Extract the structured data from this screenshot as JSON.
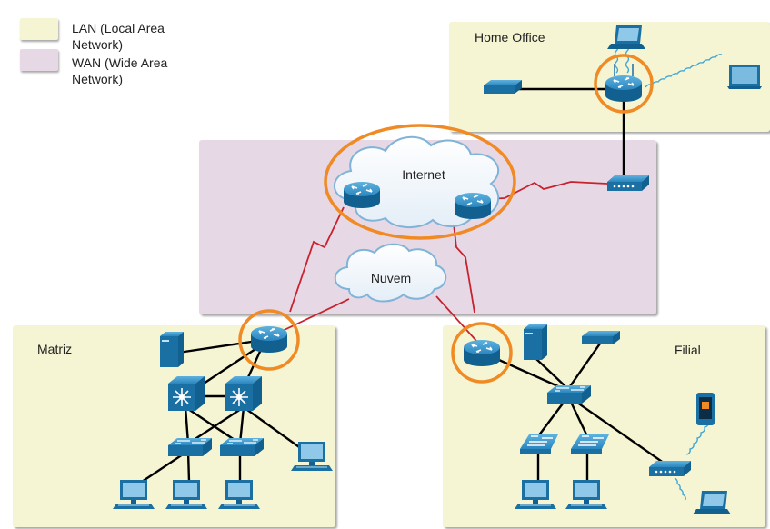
{
  "legend": {
    "lan_label": "LAN (Local Area\nNetwork)",
    "wan_label": "WAN (Wide Area\nNetwork)"
  },
  "zones": {
    "home_office": "Home Office",
    "matriz": "Matriz",
    "filial": "Filial"
  },
  "clouds": {
    "internet": "Internet",
    "nuvem": "Nuvem"
  },
  "colors": {
    "lan": "#f5f5d3",
    "wan": "#e7d8e6",
    "device_blue": "#1a6fa3",
    "wan_link": "#c7222e",
    "highlight": "#f08a24"
  }
}
